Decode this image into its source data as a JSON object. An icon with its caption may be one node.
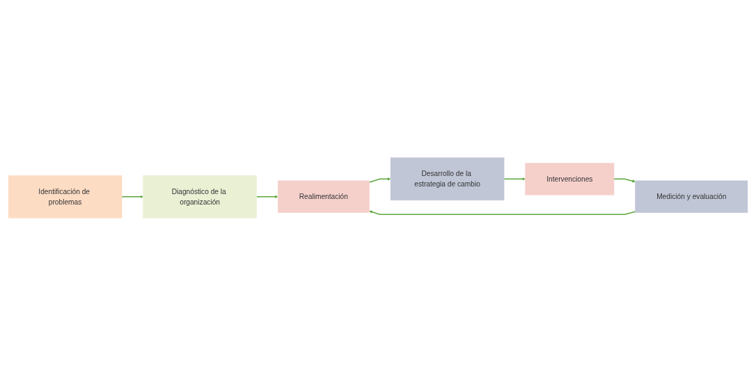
{
  "diagram": {
    "nodes": [
      {
        "text": [
          "Identificación de problemas"
        ]
      },
      {
        "text": [
          "Diagnóstico de la organización"
        ]
      },
      {
        "text": [
          "Realimentación"
        ]
      },
      {
        "text": [
          "Desarrollo de la estrategia de cambio"
        ]
      },
      {
        "text": [
          "Intervenciones"
        ]
      },
      {
        "text": [
          "Medición y evaluación"
        ]
      }
    ],
    "edges": [
      {
        "from": 0,
        "to": 1,
        "arrow": "to"
      },
      {
        "from": 1,
        "to": 2,
        "arrow": "to"
      },
      {
        "from": 2,
        "to": 3,
        "arrow": "to"
      },
      {
        "from": 3,
        "to": 4,
        "arrow": "to"
      },
      {
        "from": 4,
        "to": 5,
        "arrow": "to"
      },
      {
        "from": 5,
        "to": 2,
        "arrow": "to"
      }
    ]
  }
}
